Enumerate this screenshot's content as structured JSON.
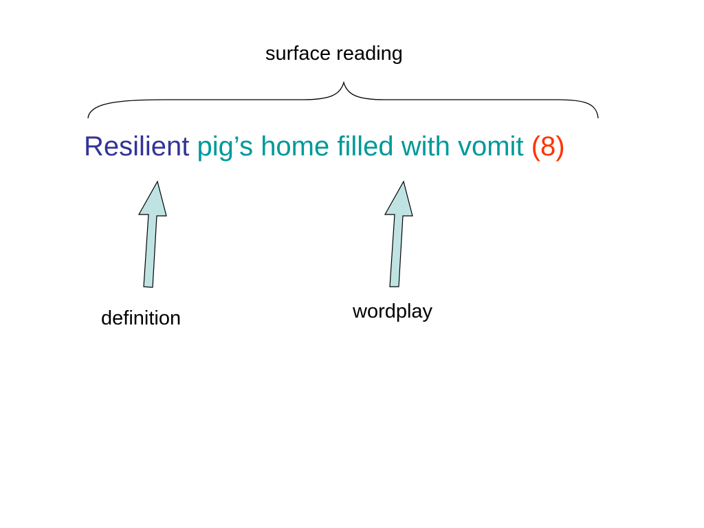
{
  "surface_label": "surface reading",
  "clue": {
    "definition": "Resilient",
    "wordplay": "pig’s home filled with vomit",
    "enumeration": "(8)",
    "colors": {
      "definition": "#333399",
      "wordplay": "#009999",
      "enumeration": "#ff3300"
    }
  },
  "arrows": {
    "definition_label": "definition",
    "wordplay_label": "wordplay",
    "fill_color": "#bfe3e3",
    "stroke_color": "#000000"
  },
  "brace": {
    "icon": "curly-brace-icon",
    "stroke_color": "#000000"
  }
}
